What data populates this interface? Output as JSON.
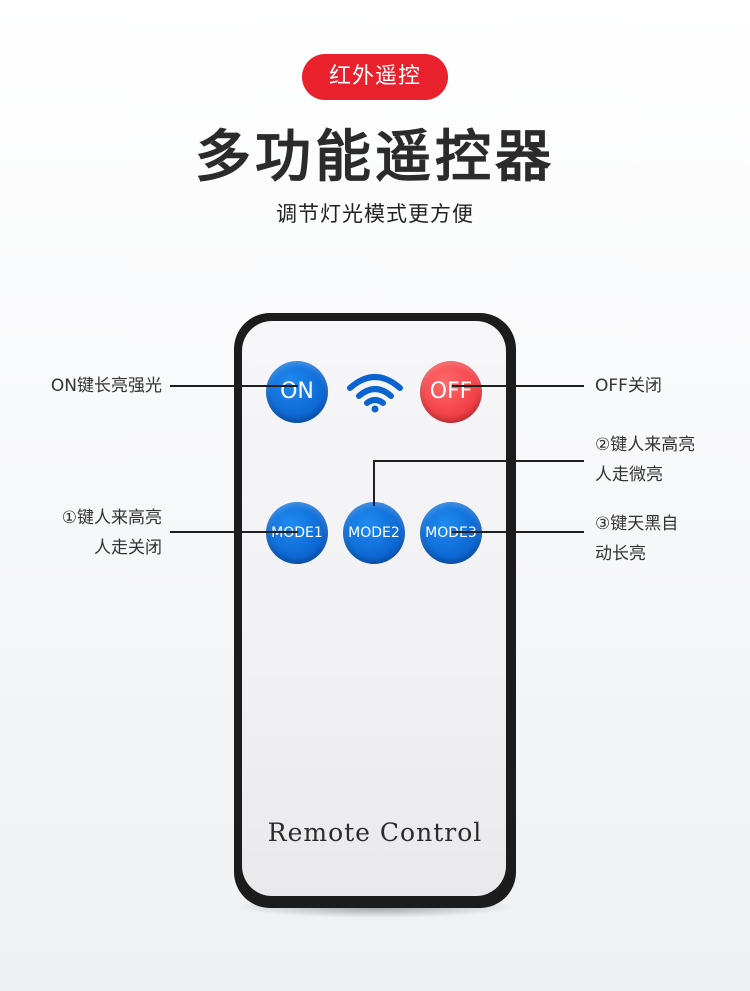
{
  "header": {
    "badge": "红外遥控",
    "title": "多功能遥控器",
    "subtitle": "调节灯光模式更方便"
  },
  "remote": {
    "buttons": {
      "on": "ON",
      "off": "OFF",
      "mode1": "MODE1",
      "mode2": "MODE2",
      "mode3": "MODE3"
    },
    "brand": "Remote Control",
    "colors": {
      "blue": "#0b63cf",
      "red": "#f03a42",
      "body": "#1c1c1c"
    }
  },
  "callouts": {
    "on": "ON键长亮强光",
    "off": "OFF关闭",
    "mode1_line1": "①键人来高亮",
    "mode1_line2": "人走关闭",
    "mode2_line1": "②键人来高亮",
    "mode2_line2": "人走微亮",
    "mode3_line1": "③键天黑自",
    "mode3_line2": "动长亮"
  }
}
